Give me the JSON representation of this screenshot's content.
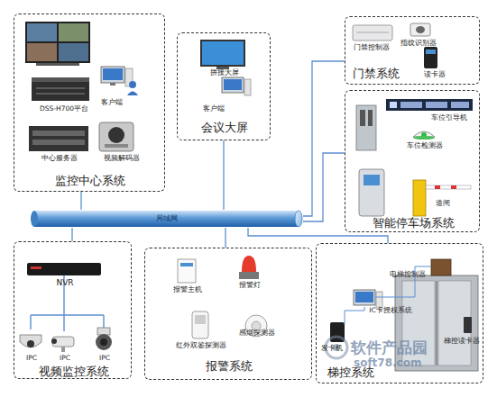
{
  "diagram": {
    "nodes": [
      {
        "text": [
          "客户端",
          "DSS-H700平台",
          "中心服务器",
          "视频解码器",
          "监控中心系统"
        ]
      },
      {
        "text": [
          "拼接大屏",
          "客户端",
          "会议大屏"
        ]
      },
      {
        "text": [
          "门禁控制器",
          "指纹识别器",
          "读卡器",
          "门禁系统"
        ]
      },
      {
        "text": [
          "车位引导机",
          "车位检测器",
          "道闸",
          "智能停车场系统"
        ]
      },
      {
        "text": [
          "局域网"
        ]
      },
      {
        "text": [
          "NVR",
          "IPC",
          "IPC",
          "IPC",
          "视频监控系统"
        ]
      },
      {
        "text": [
          "报警主机",
          "报警灯",
          "红外双鉴探测器",
          "感烟探测器",
          "报警系统"
        ]
      },
      {
        "text": [
          "电梯控制器",
          "IC卡授权系统",
          "发卡机",
          "梯控读卡器",
          "梯控系统"
        ]
      }
    ],
    "edges": [
      {
        "from": 0,
        "to": 4,
        "arrow": "none"
      },
      {
        "from": 1,
        "to": 4,
        "arrow": "none"
      },
      {
        "from": 4,
        "to": 2,
        "arrow": "none"
      },
      {
        "from": 4,
        "to": 3,
        "arrow": "none"
      },
      {
        "from": 4,
        "to": 5,
        "arrow": "none"
      },
      {
        "from": 4,
        "to": 6,
        "arrow": "none"
      },
      {
        "from": 4,
        "to": 7,
        "arrow": "none"
      }
    ],
    "labels": [
      "软件产品园",
      "soft78.com"
    ]
  }
}
